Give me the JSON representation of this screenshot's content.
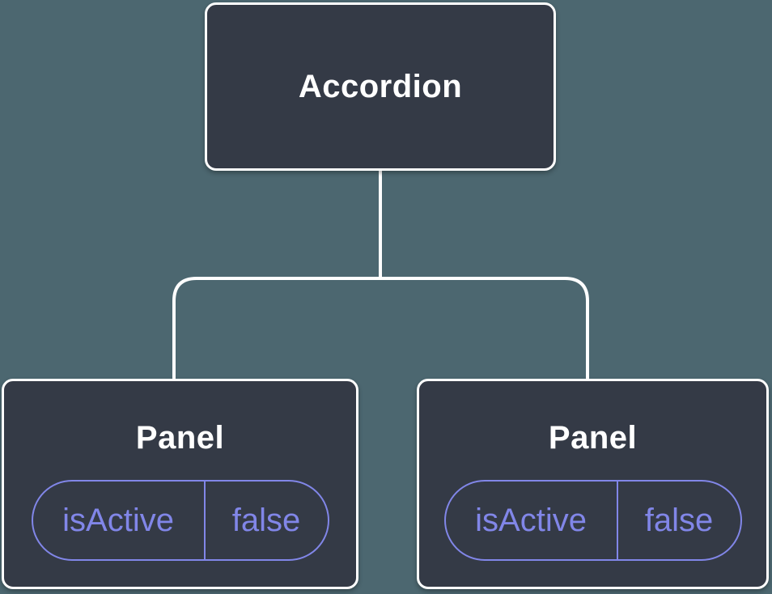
{
  "diagram": {
    "root_node": {
      "label": "Accordion"
    },
    "child_nodes": [
      {
        "label": "Panel",
        "state_key": "isActive",
        "state_value": "false"
      },
      {
        "label": "Panel",
        "state_key": "isActive",
        "state_value": "false"
      }
    ],
    "colors": {
      "background": "#4c6770",
      "node_fill": "#343a46",
      "node_border": "#ffffff",
      "connector": "#ffffff",
      "title_text": "#ffffff",
      "state_accent": "#8186e8"
    }
  }
}
